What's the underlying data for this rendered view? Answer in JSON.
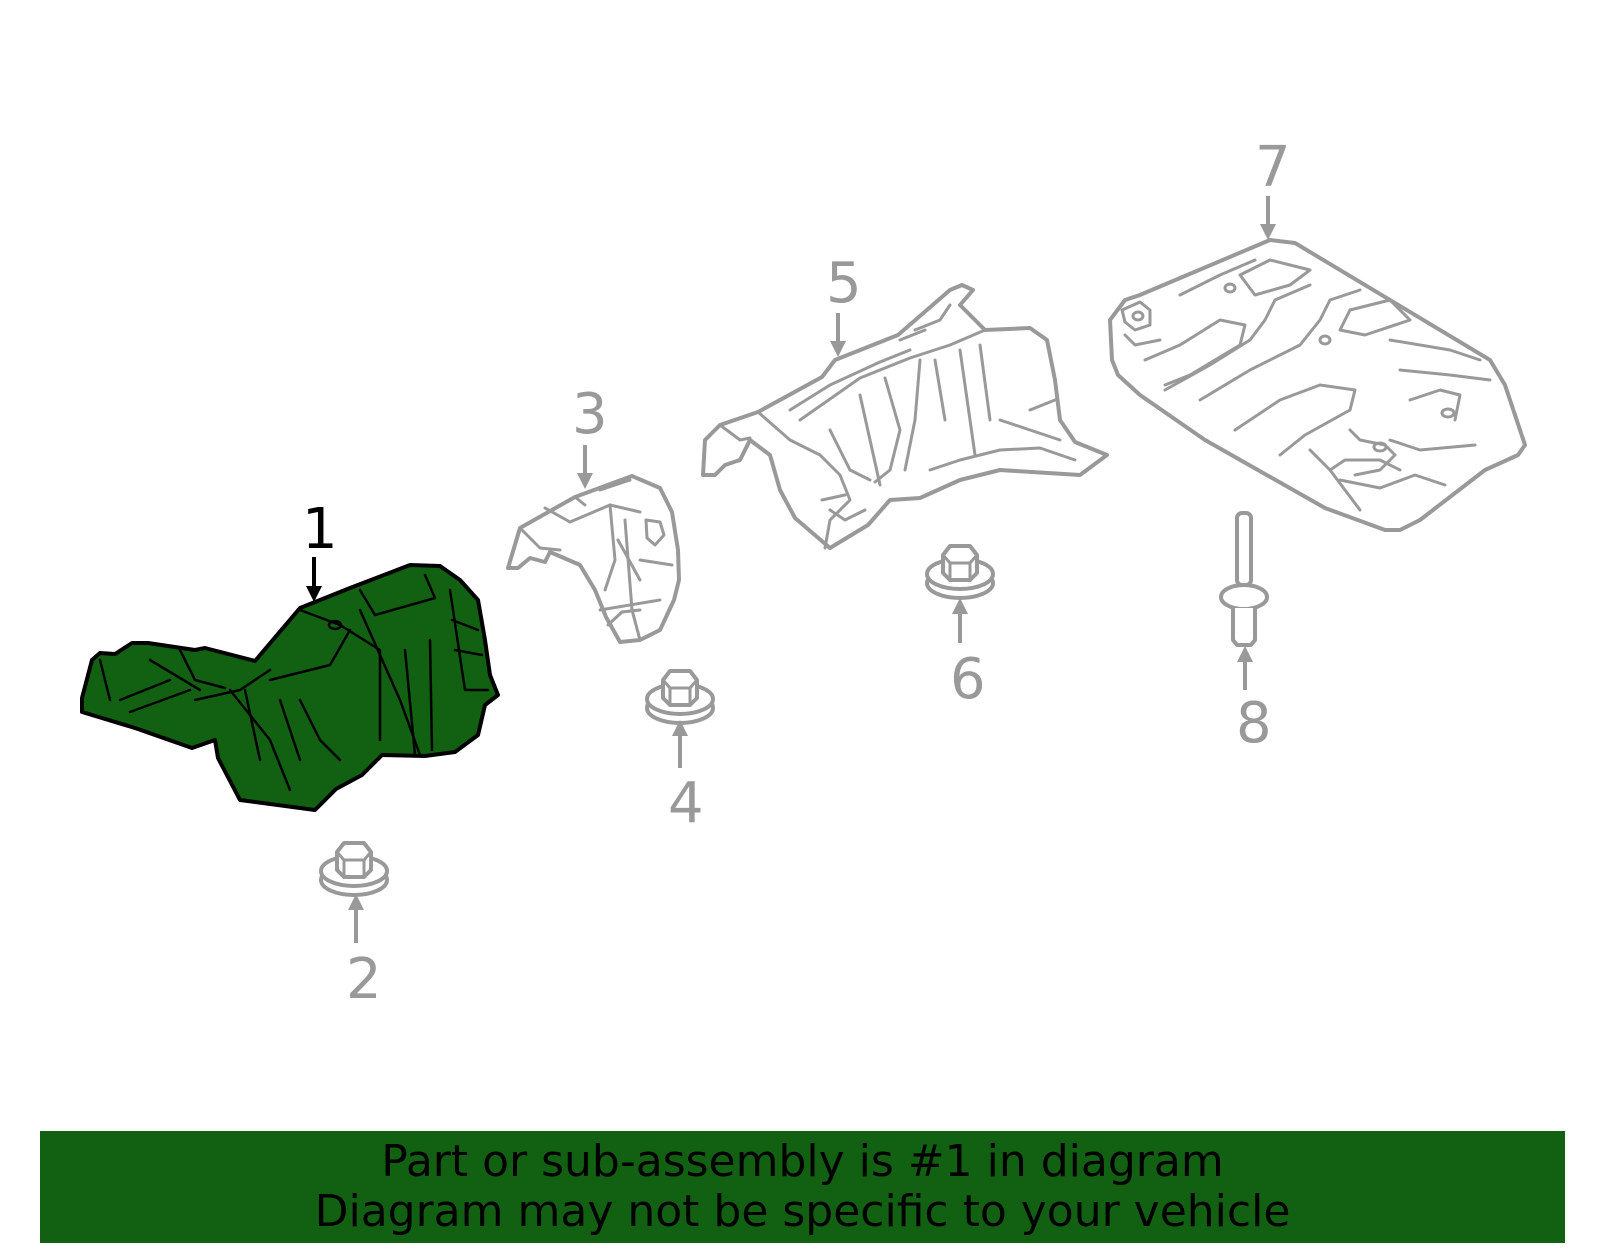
{
  "diagram": {
    "callouts": [
      "1",
      "2",
      "3",
      "4",
      "5",
      "6",
      "7",
      "8"
    ],
    "highlighted_part": "1",
    "colors": {
      "highlight_fill": "#126012",
      "highlight_stroke": "#000000",
      "line_gray": "#999999",
      "banner_background": "#126012"
    }
  },
  "banner": {
    "line1": "Part or sub-assembly is #1 in diagram",
    "line2": "Diagram may not be specific to your vehicle"
  }
}
